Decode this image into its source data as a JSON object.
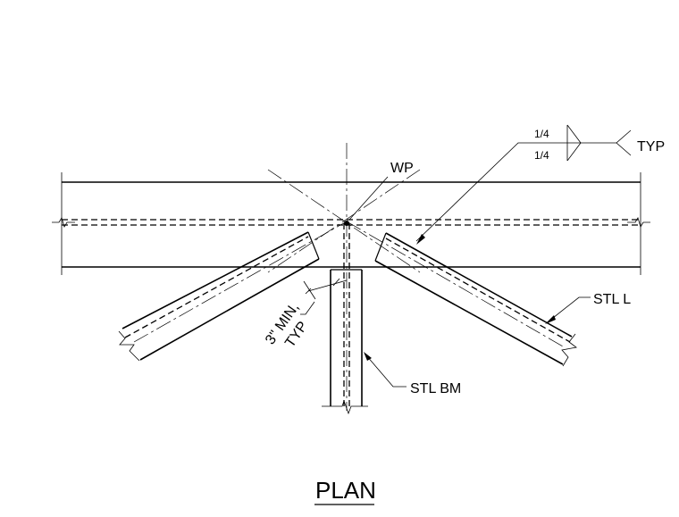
{
  "labels": {
    "wp": "WP",
    "weld_top": "1/4",
    "weld_bottom": "1/4",
    "typ": "TYP",
    "stl_l": "STL L",
    "stl_bm": "STL BM",
    "min_line1": "3\" MIN,",
    "min_line2": "TYP",
    "title": "PLAN"
  }
}
